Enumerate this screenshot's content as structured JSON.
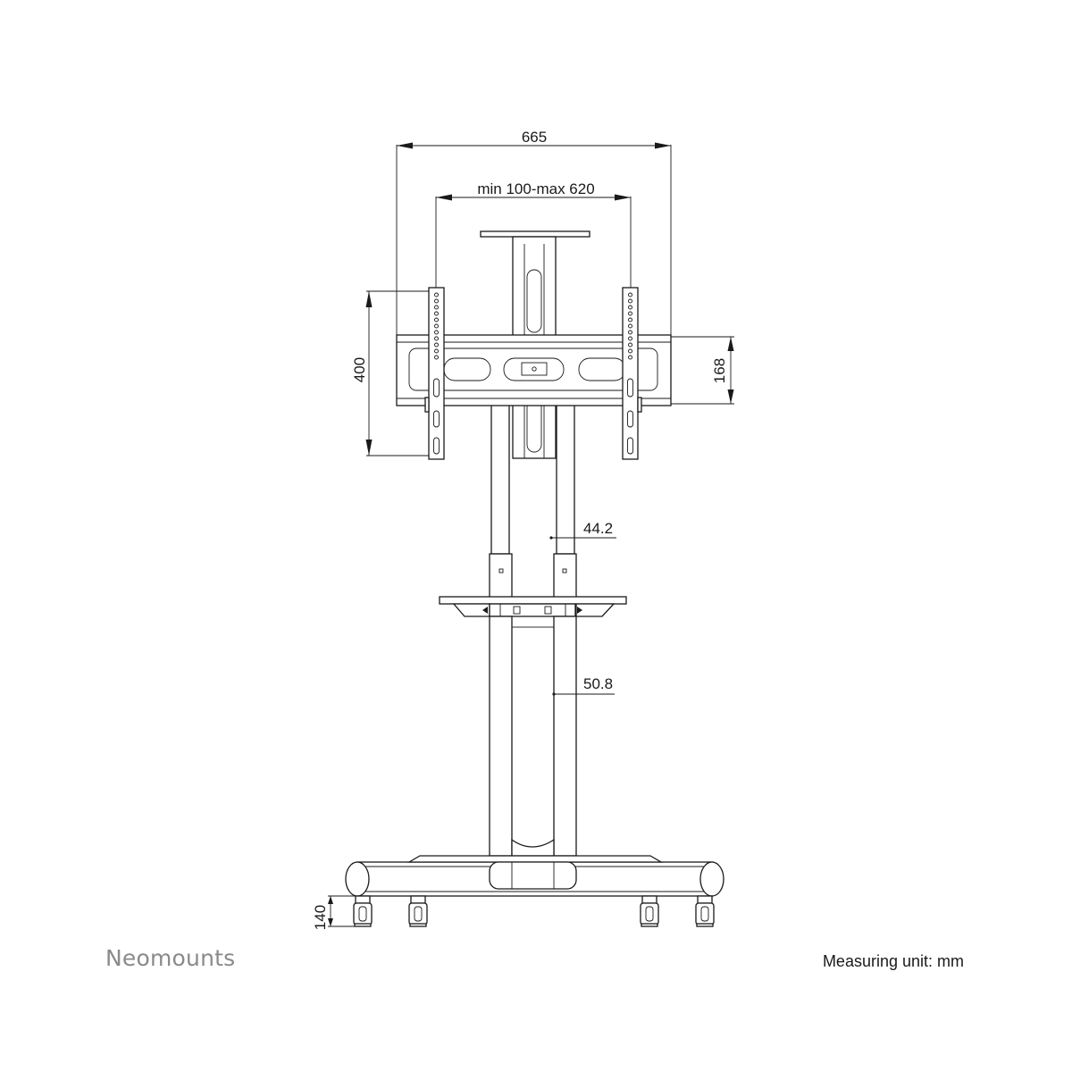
{
  "dimensions": {
    "total_width": "665",
    "vesa_range": "min 100-max 620",
    "bracket_height": "400",
    "crossbar_height": "168",
    "upper_tube": "44.2",
    "lower_tube": "50.8",
    "base_height": "140"
  },
  "brand": {
    "logo_text": "Neomounts"
  },
  "footer": {
    "unit_label": "Measuring unit: mm"
  }
}
